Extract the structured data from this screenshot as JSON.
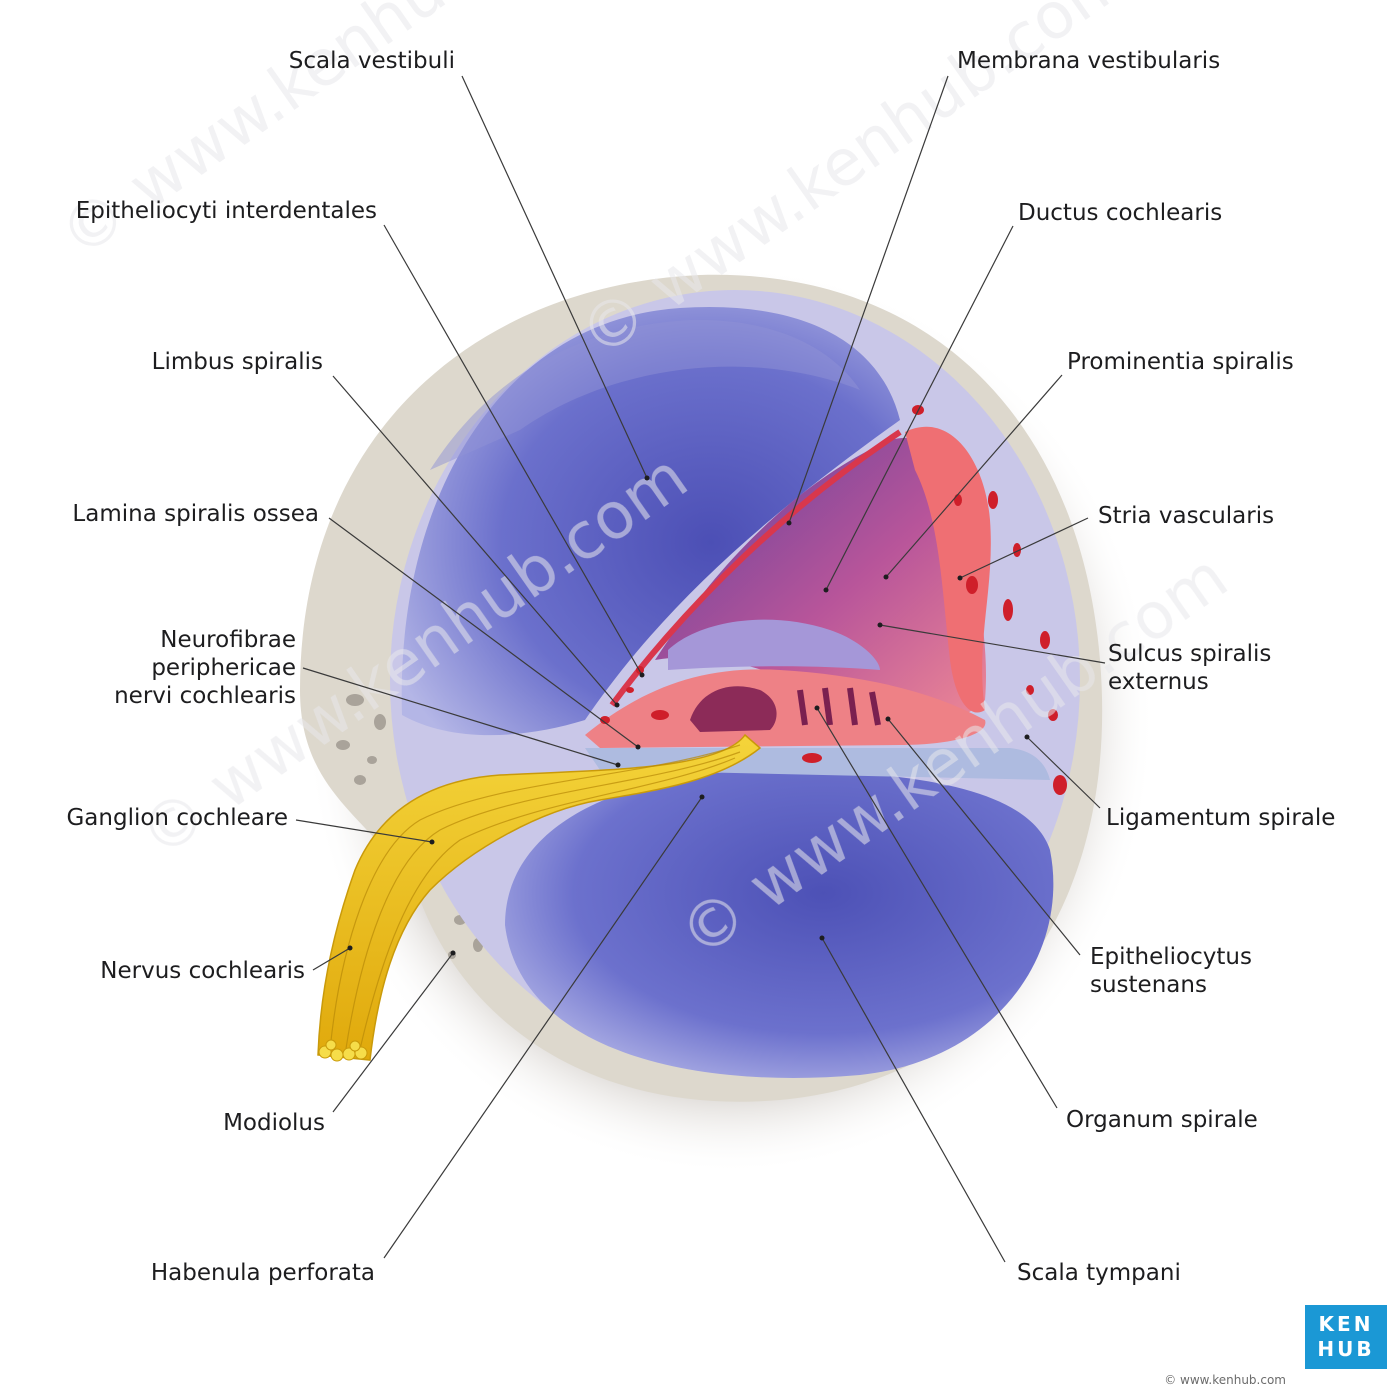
{
  "labels": {
    "scala_vestibuli": "Scala vestibuli",
    "membrana_vestibularis": "Membrana vestibularis",
    "epitheliocyti_interdentales": "Epitheliocyti interdentales",
    "ductus_cochlearis": "Ductus cochlearis",
    "limbus_spiralis": "Limbus spiralis",
    "prominentia_spiralis": "Prominentia spiralis",
    "lamina_spiralis_ossea": "Lamina spiralis ossea",
    "stria_vascularis": "Stria vascularis",
    "neurofibrae": "Neurofibrae\nperiphericae\nnervi cochlearis",
    "sulcus_spiralis_externus": "Sulcus spiralis\nexternus",
    "ganglion_cochleare": "Ganglion cochleare",
    "ligamentum_spirale": "Ligamentum spirale",
    "nervus_cochlearis": "Nervus cochlearis",
    "epitheliocytus_sustenans": "Epitheliocytus\nsustenans",
    "modiolus": "Modiolus",
    "organum_spirale": "Organum spirale",
    "habenula_perforata": "Habenula perforata",
    "scala_tympani": "Scala tympani"
  },
  "logo": {
    "line1": "KEN",
    "line2": "HUB"
  },
  "copyright": "© www.kenhub.com",
  "colors": {
    "bone": "#ddd8cd",
    "scala": "#5c63c4",
    "tissue": "#c9c7e8",
    "vessel": "#cf1f2a",
    "stria": "#ef6f73",
    "nerve": "#f0c419",
    "brand": "#1b98d5"
  }
}
